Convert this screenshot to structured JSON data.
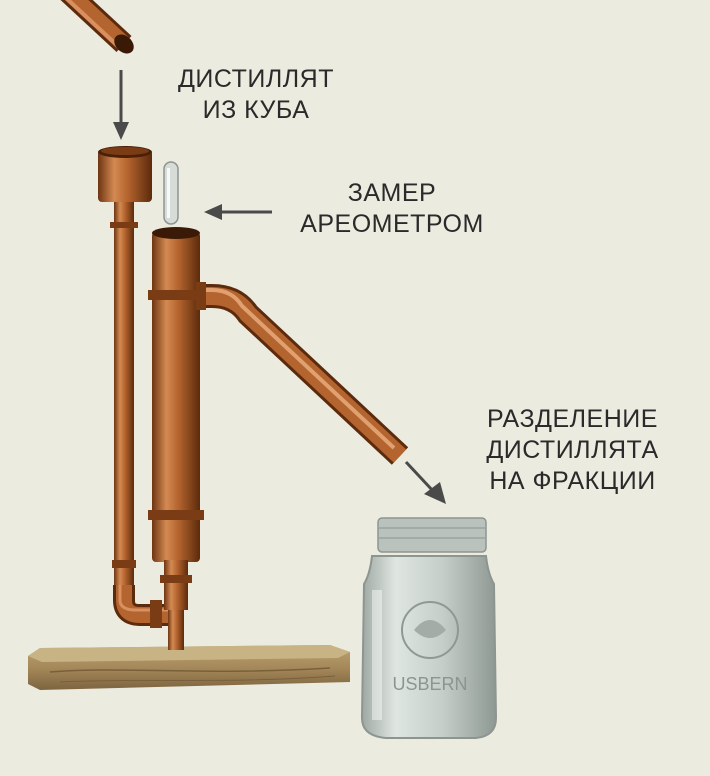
{
  "labels": {
    "distillate_from_still": [
      "ДИСТИЛЛЯТ",
      "ИЗ КУБА"
    ],
    "hydrometer_measurement": [
      "ЗАМЕР",
      "АРЕОМЕТРОМ"
    ],
    "fraction_separation": [
      "РАЗДЕЛЕНИЕ",
      "ДИСТИЛЛЯТА",
      "НА ФРАКЦИИ"
    ]
  },
  "jar_emboss_text": "USBERN",
  "colors": {
    "background": "#ecebe0",
    "copper": "#b4642e",
    "copper_light": "#e0a070",
    "copper_dark": "#6e3512",
    "wood": "#a6895a",
    "glass": "#c9d2cd",
    "arrow": "#4a4a4a",
    "text": "#2a2a2a"
  }
}
